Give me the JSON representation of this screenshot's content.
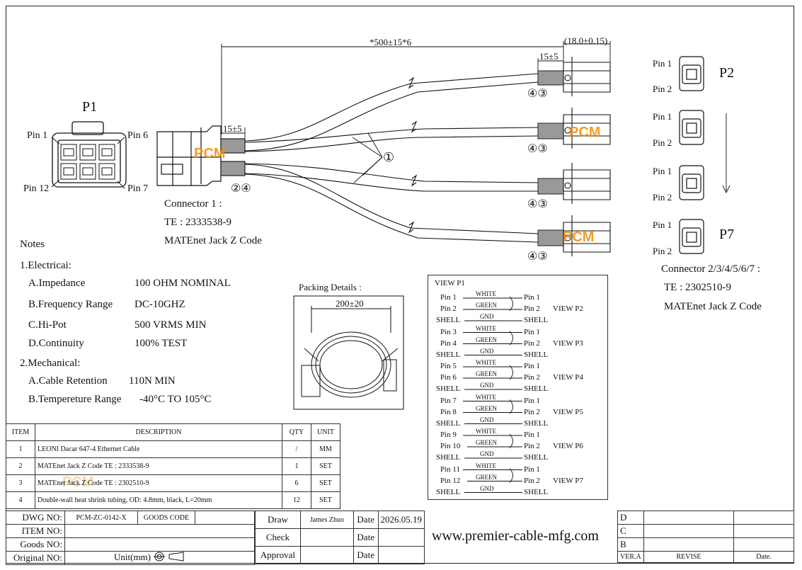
{
  "p1": {
    "title": "P1",
    "pin1": "Pin 1",
    "pin6": "Pin 6",
    "pin12": "Pin 12",
    "pin7": "Pin 7"
  },
  "connector1": {
    "line1": "Connector 1 :",
    "line2": "TE : 2333538-9",
    "line3": "MATEnet Jack Z Code"
  },
  "dims": {
    "overall": "*500±15*6",
    "strip_right": "15±5",
    "connector_len": "(18.0±0.15)",
    "strip_left": "15±5",
    "packing": "200±20"
  },
  "callouts": {
    "one": "①",
    "two_four": "②④",
    "four_three": "④③"
  },
  "right_connectors": {
    "p2": "P2",
    "p7": "P7",
    "pin1": "Pin 1",
    "pin2": "Pin 2",
    "line1": "Connector 2/3/4/5/6/7 :",
    "line2": "TE : 2302510-9",
    "line3": "MATEnet Jack Z Code"
  },
  "notes": {
    "title": "Notes",
    "electrical": "1.Electricai:",
    "impedance_label": "A.Impedance",
    "impedance_value": "100 OHM NOMINAL",
    "freq_label": "B.Frequency Range",
    "freq_value": "DC-10GHZ",
    "hipot_label": "C.Hi-Pot",
    "hipot_value": "500 VRMS MIN",
    "cont_label": "D.Continuity",
    "cont_value": "100% TEST",
    "mechanical": "2.Mechanical:",
    "retention_label": "A.Cable Retention",
    "retention_value": "110N MIN",
    "temp_label": "B.Tempereture Range",
    "temp_value": "-40°C TO 105°C"
  },
  "packing": {
    "title": "Packing Details :"
  },
  "view": {
    "title": "VIEW P1",
    "groups": [
      {
        "a": "Pin 1",
        "b": "Pin 2",
        "view": "VIEW P2"
      },
      {
        "a": "Pin 3",
        "b": "Pin 4",
        "view": "VIEW P3"
      },
      {
        "a": "Pin 5",
        "b": "Pin 6",
        "view": "VIEW P4"
      },
      {
        "a": "Pin 7",
        "b": "Pin 8",
        "view": "VIEW P5"
      },
      {
        "a": "Pin 9",
        "b": "Pin 10",
        "view": "VIEW P6"
      },
      {
        "a": "Pin 11",
        "b": "Pin 12",
        "view": "VIEW P7"
      }
    ],
    "white": "WHITE",
    "green": "GREEN",
    "gnd": "GND",
    "shell": "SHELL",
    "pin1": "Pin 1",
    "pin2": "Pin 2"
  },
  "bom": {
    "headers": [
      "ITEM",
      "DESCRIPTION",
      "QTY",
      "UNIT"
    ],
    "rows": [
      [
        "1",
        "LEONI Dacar 647-4 Ethernet Cable",
        "/",
        "MM"
      ],
      [
        "2",
        "MATEnet Jack Z Code TE : 2333538-9",
        "1",
        "SET"
      ],
      [
        "3",
        "MATEnet Jack Z Code TE : 2302510-9",
        "6",
        "SET"
      ],
      [
        "4",
        "Double-wall heat shrink tubing, OD: 4.8mm, black, L=20mm",
        "12",
        "SET"
      ]
    ]
  },
  "titleblock": {
    "dwg_no_label": "DWG NO:",
    "dwg_no": "PCM-ZC-0142-X",
    "goods_code": "GOODS CODE",
    "item_no": "ITEM NO:",
    "goods_no": "Goods NO:",
    "original_no": "Original NO:",
    "unit": "Unit(mm)",
    "draw": "Draw",
    "drawer": "James Zhuo",
    "date": "Date",
    "draw_date": "2026.05.19",
    "check": "Check",
    "approval": "Approval",
    "website": "www.premier-cable-mfg.com",
    "rev_d": "D",
    "rev_c": "C",
    "rev_b": "B",
    "ver": "VER.A",
    "revise": "REVISE",
    "date2": "Date."
  },
  "watermark": "PCM"
}
